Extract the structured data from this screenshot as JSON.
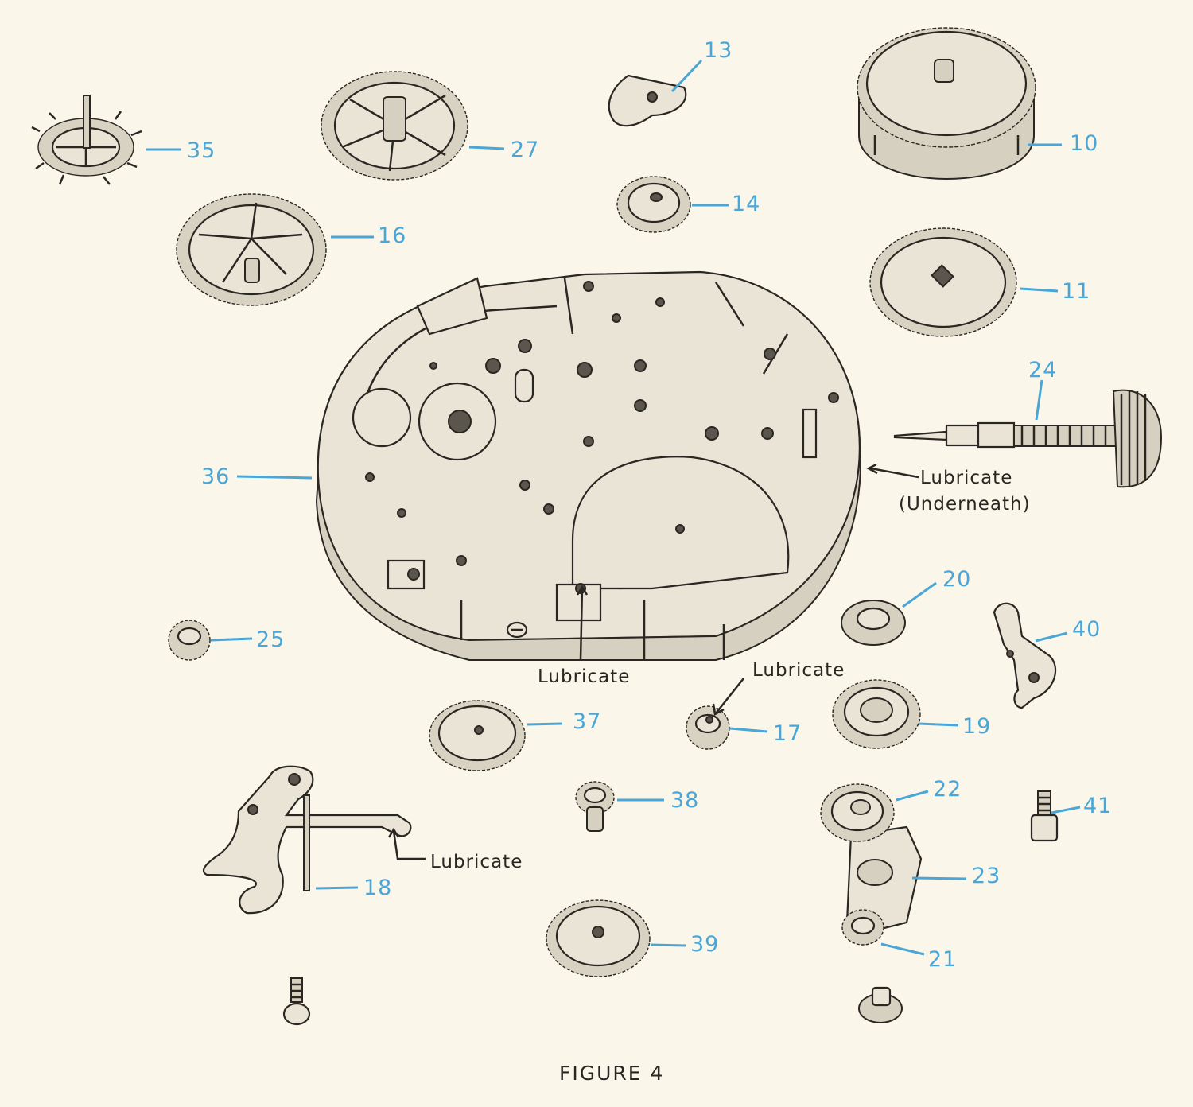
{
  "figure": {
    "caption": "FIGURE 4"
  },
  "colors": {
    "callout": "#4aa6d6",
    "ink": "#2a2622",
    "paper": "#faf6ea"
  },
  "callouts": {
    "n35": "35",
    "n27": "27",
    "n13": "13",
    "n10": "10",
    "n14": "14",
    "n16": "16",
    "n11": "11",
    "n24": "24",
    "n36": "36",
    "n20": "20",
    "n40": "40",
    "n25": "25",
    "n37": "37",
    "n17": "17",
    "n19": "19",
    "n38": "38",
    "n22": "22",
    "n41": "41",
    "n18": "18",
    "n23": "23",
    "n39": "39",
    "n21": "21"
  },
  "notes": {
    "lubricate_underneath_line1": "Lubricate",
    "lubricate_underneath_line2": "(Underneath)",
    "lubricate_mainplate": "Lubricate",
    "lubricate_wheel17": "Lubricate",
    "lubricate_lever18": "Lubricate"
  }
}
